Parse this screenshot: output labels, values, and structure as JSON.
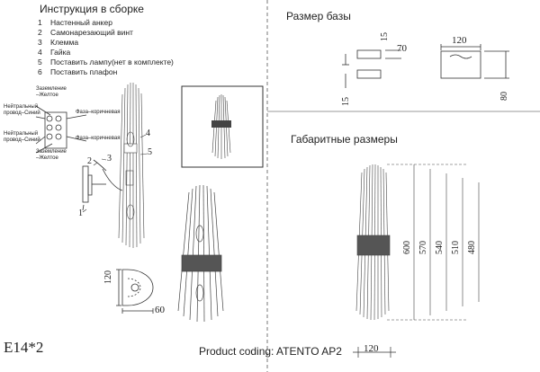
{
  "assembly": {
    "title": "Инструкция в сборке",
    "steps": [
      {
        "num": "1",
        "text": "Настенный анкер"
      },
      {
        "num": "2",
        "text": "Самонарезающий винт"
      },
      {
        "num": "3",
        "text": "Клемма"
      },
      {
        "num": "4",
        "text": "Гайка"
      },
      {
        "num": "5",
        "text": "Поставить лампу(нет в комплекте)"
      },
      {
        "num": "6",
        "text": "Поставить плафон"
      }
    ]
  },
  "wiring": {
    "ground_top": "Заземление\n–Желтое",
    "neutral_top": "Нейтральный\nпровод–Синий",
    "phase_top": "Фаза–коричневая",
    "neutral_bottom": "Нейтральный\nпровод–Синий",
    "phase_bottom": "Фаза–коричневая",
    "ground_bottom": "Заземление\n–Желтое"
  },
  "callouts": {
    "c1": "1",
    "c2": "2",
    "c3": "3",
    "c4": "4",
    "c5": "5"
  },
  "base_size": {
    "title": "Размер базы",
    "dim_15_top": "15",
    "dim_70": "70",
    "dim_15_side": "15",
    "dim_120": "120",
    "dim_80": "80"
  },
  "overall": {
    "title": "Габаритные размеры",
    "dims": [
      "600",
      "570",
      "540",
      "510",
      "480"
    ]
  },
  "bracket": {
    "dim_120": "120",
    "dim_60": "60"
  },
  "footer": {
    "lamp_spec": "E14*2",
    "product_coding": "Product coding: ATENTO AP2",
    "dim_120": "120"
  }
}
